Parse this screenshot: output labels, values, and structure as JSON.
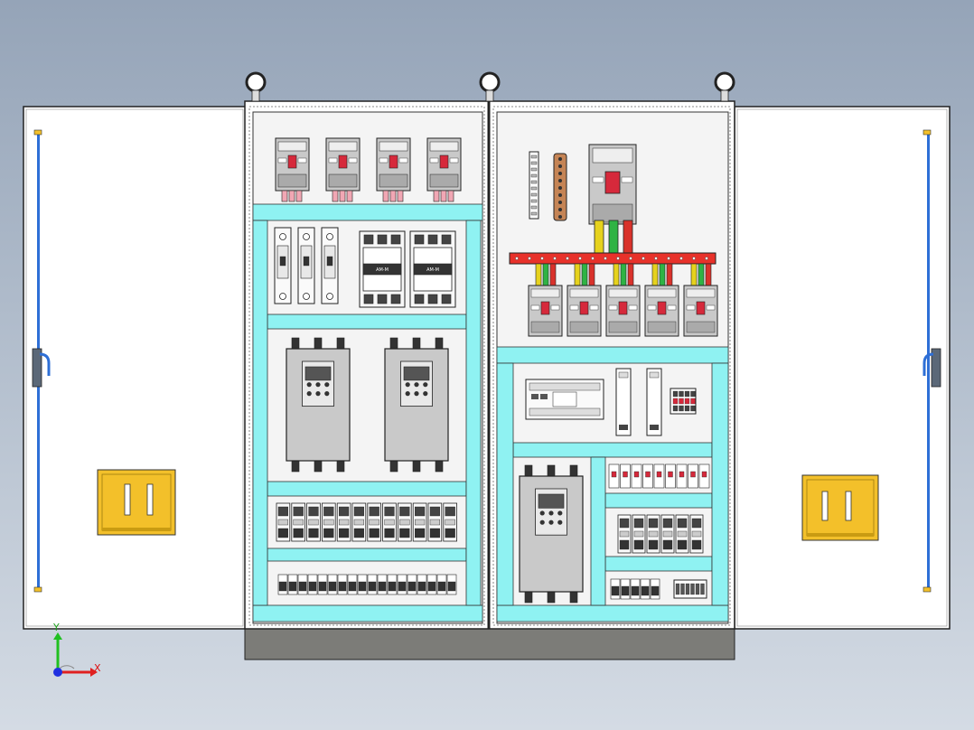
{
  "colors": {
    "background_top": "#95a4b8",
    "background_bottom": "#d4dbe4",
    "cabinet_frame": "#ffffff",
    "mounting_plate": "#f4f4f4",
    "cable_duct": "#8ff2f2",
    "busbar": "#e8312a",
    "door_panel": "#ffffff",
    "door_handle": "#f3c02a",
    "door_rod": "#2e6fd6",
    "plinth": "#7c7c78",
    "vfd_body": "#c9c9c9",
    "breaker_red": "#d6293b",
    "phase_yellow": "#e6d21d",
    "phase_green": "#2fb344",
    "phase_red": "#d9322b"
  },
  "triad": {
    "x_label": "X",
    "y_label": "Y",
    "x_color": "#e02020",
    "y_color": "#20c020",
    "z_color": "#2030e0"
  },
  "components": {
    "left_top_breakers": 4,
    "left_fuse_holders": 3,
    "left_contactors": 2,
    "left_vfds": 2,
    "left_relay_count": 12,
    "left_terminal_count": 18,
    "right_feeder_breakers": 5,
    "right_vfds": 1,
    "right_relay_count": 6,
    "right_terminal_count": 5
  },
  "labels": {
    "contactor_1_label": "AM-M",
    "contactor_2_label": "AM-M"
  }
}
